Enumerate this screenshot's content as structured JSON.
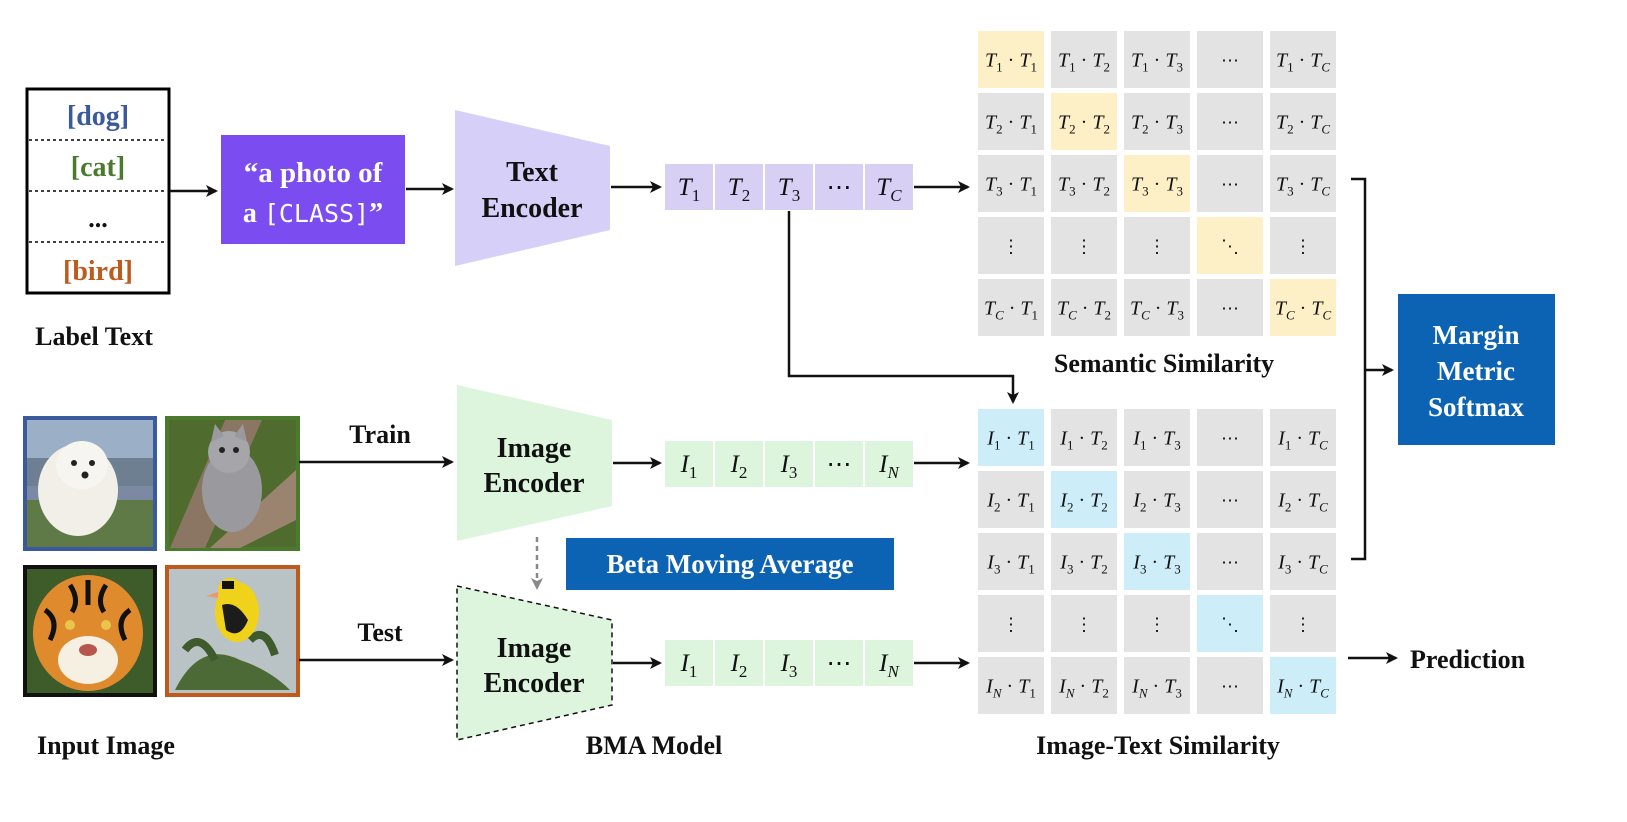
{
  "colors": {
    "dog": "#3a5a9c",
    "cat": "#4b7a2f",
    "bird": "#c05a1c",
    "prompt_bg": "#7b4df0",
    "text_encoder_fill": "#d6cff7",
    "text_token_fill": "#d8cff5",
    "image_encoder_fill": "#dcf5dc",
    "image_token_fill": "#dcf5dc",
    "cell_gray": "#e3e3e3",
    "diag_semantic": "#fdefc6",
    "diag_image": "#cdeef8",
    "box_blue": "#0d63b3"
  },
  "label_text": {
    "items": [
      "[dog]",
      "[cat]",
      "...",
      "[bird]"
    ],
    "caption": "Label Text"
  },
  "prompt": {
    "line1": "“a photo of",
    "line2_prefix": "a ",
    "line2_class": "[CLASS]",
    "line2_suffix": "”"
  },
  "text_encoder": {
    "line1": "Text",
    "line2": "Encoder"
  },
  "text_tokens": [
    {
      "base": "T",
      "sub": "1"
    },
    {
      "base": "T",
      "sub": "2"
    },
    {
      "base": "T",
      "sub": "3"
    },
    {
      "base": "⋯",
      "sub": ""
    },
    {
      "base": "T",
      "sub": "C"
    }
  ],
  "semantic_matrix": {
    "caption": "Semantic Similarity",
    "rows": [
      [
        {
          "a": "T",
          "as": "1",
          "b": "T",
          "bs": "1",
          "hl": true
        },
        {
          "a": "T",
          "as": "1",
          "b": "T",
          "bs": "2"
        },
        {
          "a": "T",
          "as": "1",
          "b": "T",
          "bs": "3"
        },
        {
          "dots": "⋯"
        },
        {
          "a": "T",
          "as": "1",
          "b": "T",
          "bs": "C"
        }
      ],
      [
        {
          "a": "T",
          "as": "2",
          "b": "T",
          "bs": "1"
        },
        {
          "a": "T",
          "as": "2",
          "b": "T",
          "bs": "2",
          "hl": true
        },
        {
          "a": "T",
          "as": "2",
          "b": "T",
          "bs": "3"
        },
        {
          "dots": "⋯"
        },
        {
          "a": "T",
          "as": "2",
          "b": "T",
          "bs": "C"
        }
      ],
      [
        {
          "a": "T",
          "as": "3",
          "b": "T",
          "bs": "1"
        },
        {
          "a": "T",
          "as": "3",
          "b": "T",
          "bs": "2"
        },
        {
          "a": "T",
          "as": "3",
          "b": "T",
          "bs": "3",
          "hl": true
        },
        {
          "dots": "⋯"
        },
        {
          "a": "T",
          "as": "3",
          "b": "T",
          "bs": "C"
        }
      ],
      [
        {
          "dots": "⋮"
        },
        {
          "dots": "⋮"
        },
        {
          "dots": "⋮"
        },
        {
          "dots": "⋱",
          "hl": true
        },
        {
          "dots": "⋮"
        }
      ],
      [
        {
          "a": "T",
          "as": "C",
          "b": "T",
          "bs": "1"
        },
        {
          "a": "T",
          "as": "C",
          "b": "T",
          "bs": "2"
        },
        {
          "a": "T",
          "as": "C",
          "b": "T",
          "bs": "3"
        },
        {
          "dots": "⋯"
        },
        {
          "a": "T",
          "as": "C",
          "b": "T",
          "bs": "C",
          "hl": true
        }
      ]
    ]
  },
  "input_images": {
    "caption": "Input Image",
    "items": [
      {
        "name": "dog",
        "border": "#3a5a9c"
      },
      {
        "name": "cat",
        "border": "#4b7a2f"
      },
      {
        "name": "tiger",
        "border": "#111111"
      },
      {
        "name": "bird",
        "border": "#c05a1c"
      }
    ]
  },
  "train_label": "Train",
  "test_label": "Test",
  "image_encoder": {
    "line1": "Image",
    "line2": "Encoder"
  },
  "bma_encoder": {
    "line1": "Image",
    "line2": "Encoder"
  },
  "bma_caption": "BMA Model",
  "bma_box": "Beta Moving Average",
  "image_tokens": [
    {
      "base": "I",
      "sub": "1"
    },
    {
      "base": "I",
      "sub": "2"
    },
    {
      "base": "I",
      "sub": "3"
    },
    {
      "base": "⋯",
      "sub": ""
    },
    {
      "base": "I",
      "sub": "N"
    }
  ],
  "image_text_matrix": {
    "caption": "Image-Text Similarity",
    "rows": [
      [
        {
          "a": "I",
          "as": "1",
          "b": "T",
          "bs": "1",
          "hl": true
        },
        {
          "a": "I",
          "as": "1",
          "b": "T",
          "bs": "2"
        },
        {
          "a": "I",
          "as": "1",
          "b": "T",
          "bs": "3"
        },
        {
          "dots": "⋯"
        },
        {
          "a": "I",
          "as": "1",
          "b": "T",
          "bs": "C"
        }
      ],
      [
        {
          "a": "I",
          "as": "2",
          "b": "T",
          "bs": "1"
        },
        {
          "a": "I",
          "as": "2",
          "b": "T",
          "bs": "2",
          "hl": true
        },
        {
          "a": "I",
          "as": "2",
          "b": "T",
          "bs": "3"
        },
        {
          "dots": "⋯"
        },
        {
          "a": "I",
          "as": "2",
          "b": "T",
          "bs": "C"
        }
      ],
      [
        {
          "a": "I",
          "as": "3",
          "b": "T",
          "bs": "1"
        },
        {
          "a": "I",
          "as": "3",
          "b": "T",
          "bs": "2"
        },
        {
          "a": "I",
          "as": "3",
          "b": "T",
          "bs": "3",
          "hl": true
        },
        {
          "dots": "⋯"
        },
        {
          "a": "I",
          "as": "3",
          "b": "T",
          "bs": "C"
        }
      ],
      [
        {
          "dots": "⋮"
        },
        {
          "dots": "⋮"
        },
        {
          "dots": "⋮"
        },
        {
          "dots": "⋱",
          "hl": true
        },
        {
          "dots": "⋮"
        }
      ],
      [
        {
          "a": "I",
          "as": "N",
          "b": "T",
          "bs": "1"
        },
        {
          "a": "I",
          "as": "N",
          "b": "T",
          "bs": "2"
        },
        {
          "a": "I",
          "as": "N",
          "b": "T",
          "bs": "3"
        },
        {
          "dots": "⋯"
        },
        {
          "a": "I",
          "as": "N",
          "b": "T",
          "bs": "C",
          "hl": true
        }
      ]
    ]
  },
  "margin_box": {
    "line1": "Margin",
    "line2": "Metric",
    "line3": "Softmax"
  },
  "prediction_label": "Prediction"
}
